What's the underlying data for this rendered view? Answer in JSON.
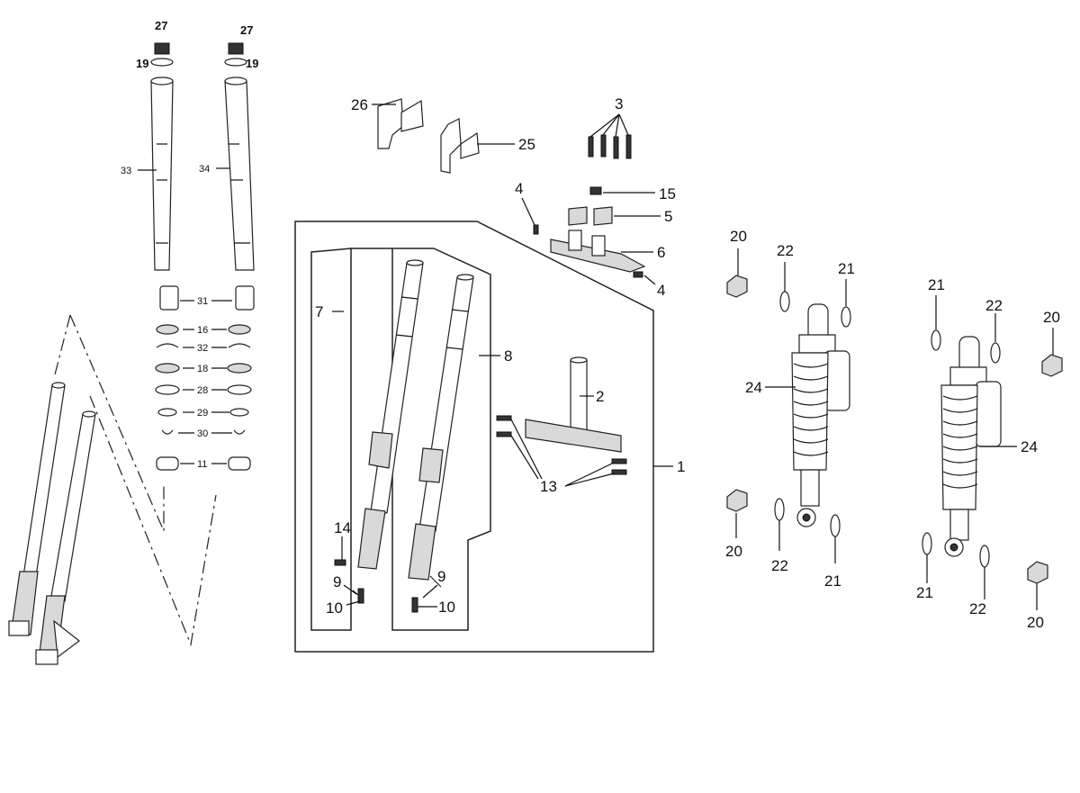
{
  "diagram": {
    "callouts": {
      "p27a": "27",
      "p27b": "27",
      "p19a": "19",
      "p19b": "19",
      "p33": "33",
      "p34": "34",
      "p31": "31",
      "p16": "16",
      "p32": "32",
      "p18": "18",
      "p28": "28",
      "p29": "29",
      "p30": "30",
      "p11": "11",
      "p26": "26",
      "p25": "25",
      "p3": "3",
      "p4a": "4",
      "p4b": "4",
      "p15": "15",
      "p5": "5",
      "p6": "6",
      "p7": "7",
      "p8": "8",
      "p2": "2",
      "p1": "1",
      "p13": "13",
      "p14": "14",
      "p9a": "9",
      "p9b": "9",
      "p10a": "10",
      "p10b": "10",
      "p20a": "20",
      "p22a": "22",
      "p21a": "21",
      "p24a": "24",
      "p20b": "20",
      "p22b": "22",
      "p21b": "21",
      "p21c": "21",
      "p22c": "22",
      "p20c": "20",
      "p24b": "24",
      "p21d": "21",
      "p22d": "22",
      "p20d": "20"
    }
  }
}
